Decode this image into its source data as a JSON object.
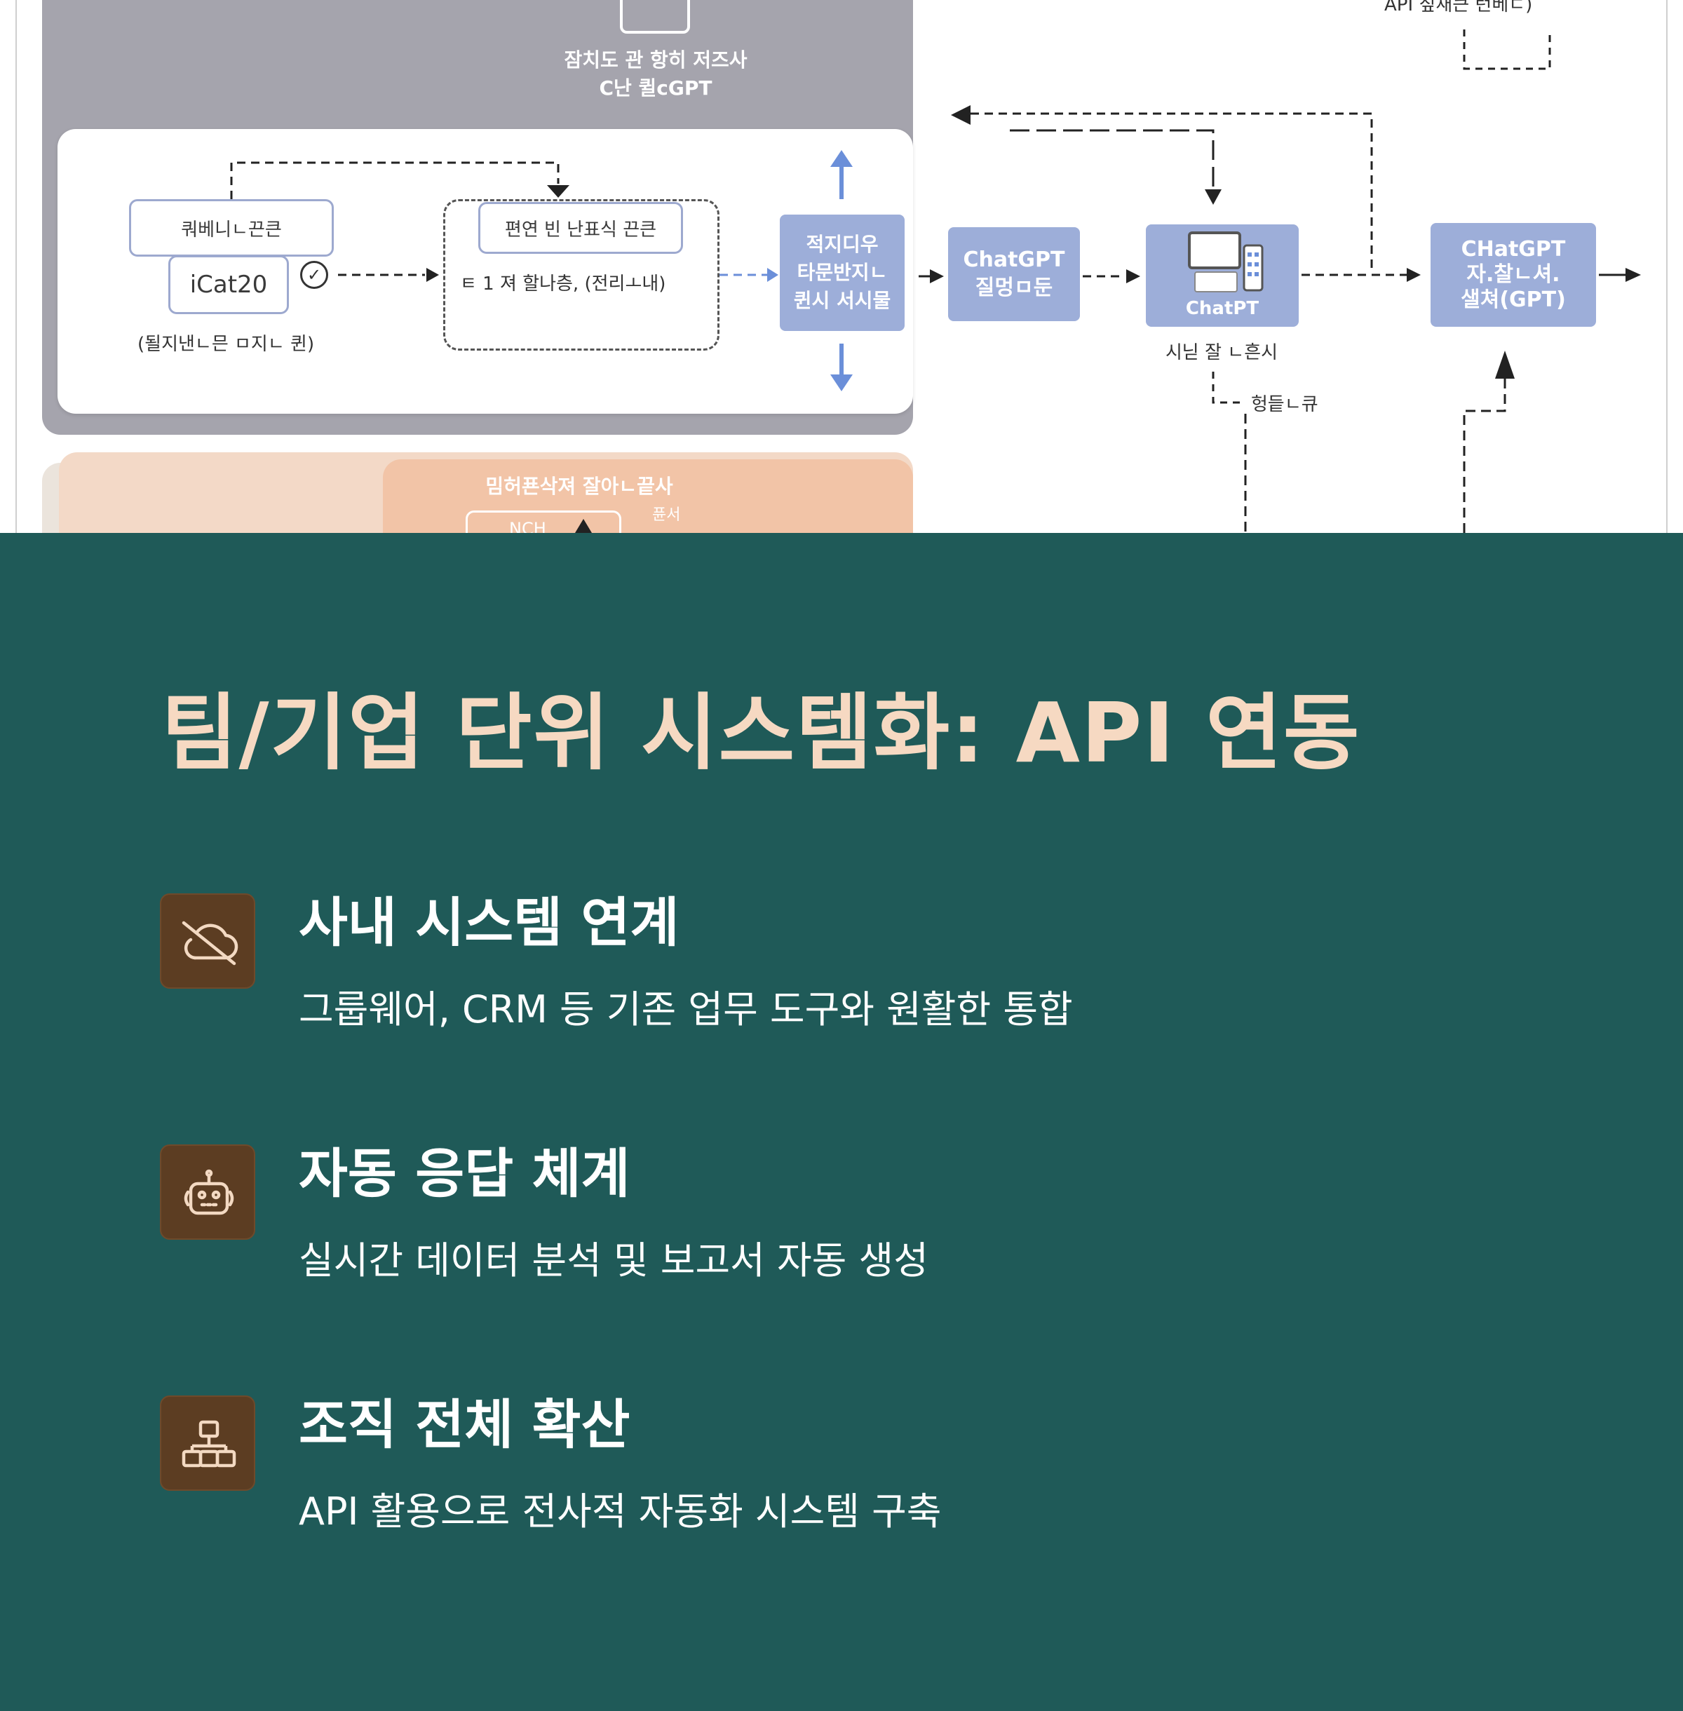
{
  "diagram": {
    "grey_title": "잠치도 관 항히 저즈사\nC난 퀼cGPT",
    "top_right_label": "API 짚새큰 턴베ㄷ)",
    "node_top": "쿼베니ㄴ끈큰",
    "node_icat": "iCat20",
    "caption_left": "(될지낸ㄴ믄 ㅁ지ㄴ 퀸)",
    "node_mid": "편연 빈 난표식 끈큰",
    "mid_text": "ㅌ 1  져 할나층,  (전리ㅗ내)",
    "node_blue": "적지디우\n타문반지ㄴ\n퀸시 서시물",
    "node_chat1": "ChatGPT\n질멍ㅁ둔",
    "node_chat2": "ChatPT",
    "chat2_caption": "시닏 잘 ㄴ흔시",
    "branch_label": "헝듵ㄴ큐",
    "node_chat3": "CHatGPT\n자.찰ㄴ셔.\n샐쳐(GPT)",
    "salmon_title": "밈허푠삭져 잘아ㄴ끝사",
    "salmon_small": "퓬서",
    "salmon_box": "NCH"
  },
  "title": "팀/기업 단위 시스템화: API 연동",
  "features": [
    {
      "icon": "cloud-off-icon",
      "title": "사내 시스템 연계",
      "desc": "그룹웨어, CRM 등 기존 업무 도구와 원활한 통합"
    },
    {
      "icon": "robot-icon",
      "title": "자동 응답 체계",
      "desc": "실시간 데이터 분석 및 보고서 자동 생성"
    },
    {
      "icon": "network-icon",
      "title": "조직 전체 확산",
      "desc": "API 활용으로 전사적 자동화 시스템 구축"
    }
  ],
  "colors": {
    "background": "#1f5a58",
    "title": "#f6d9c2",
    "icon_box": "#5c3d22",
    "icon_stroke": "#f3d9c2",
    "diagram_node": "#9daed9"
  }
}
